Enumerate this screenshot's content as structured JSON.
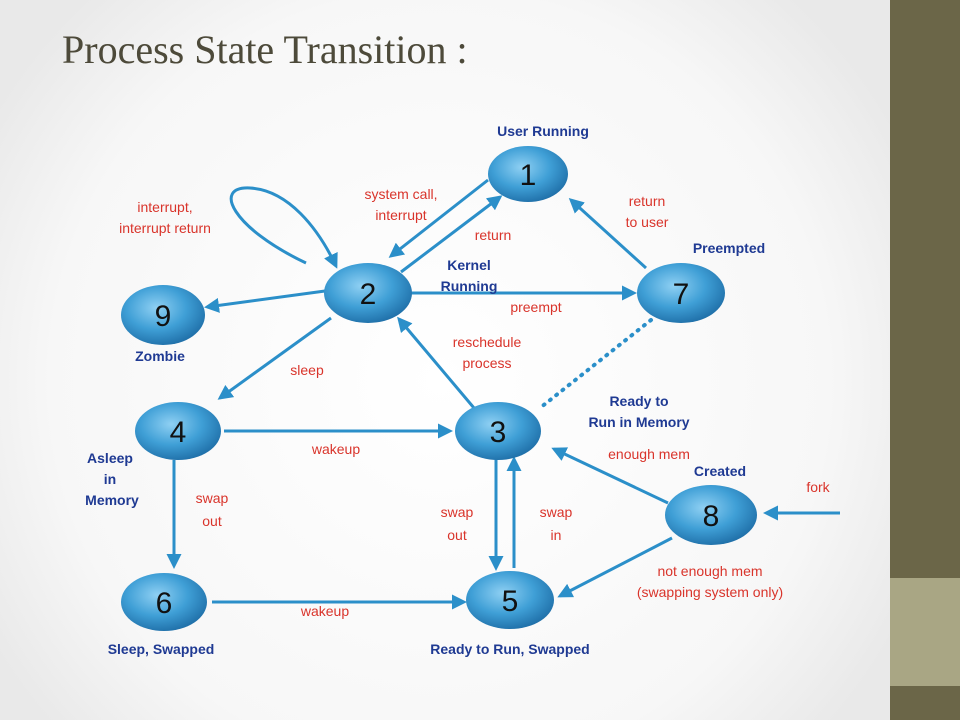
{
  "slide": {
    "title": "Process State Transition :",
    "colors": {
      "sidebar": "#6b6648",
      "sidebar_accent": "#a9a684",
      "node_fill": "#2b8fc9",
      "arrow": "#2b8fc9",
      "state_label": "#1f3a93",
      "edge_label": "#d9342b"
    }
  },
  "nodes": {
    "n1": "1",
    "n2": "2",
    "n3": "3",
    "n4": "4",
    "n5": "5",
    "n6": "6",
    "n7": "7",
    "n8": "8",
    "n9": "9"
  },
  "state_labels": {
    "user_running": "User Running",
    "kernel_running_1": "Kernel",
    "kernel_running_2": "Running",
    "preempted": "Preempted",
    "zombie": "Zombie",
    "ready_memory_1": "Ready to",
    "ready_memory_2": "Run in Memory",
    "asleep_1": "Asleep",
    "asleep_2": "in",
    "asleep_3": "Memory",
    "created": "Created",
    "sleep_swapped": "Sleep, Swapped",
    "ready_swapped": "Ready to Run, Swapped"
  },
  "edge_labels": {
    "syscall_1": "system call,",
    "syscall_2": "interrupt",
    "interrupt_1": "interrupt,",
    "interrupt_2": "interrupt return",
    "return": "return",
    "return_user_1": "return",
    "return_user_2": "to user",
    "preempt": "preempt",
    "reschedule_1": "reschedule",
    "reschedule_2": "process",
    "sleep": "sleep",
    "wakeup_top": "wakeup",
    "enough_mem": "enough mem",
    "fork": "fork",
    "swap_out_left_1": "swap",
    "swap_out_left_2": "out",
    "swap_out_mid_1": "swap",
    "swap_out_mid_2": "out",
    "swap_in_1": "swap",
    "swap_in_2": "in",
    "not_enough_1": "not enough mem",
    "not_enough_2": "(swapping system only)",
    "wakeup_bottom": "wakeup"
  }
}
